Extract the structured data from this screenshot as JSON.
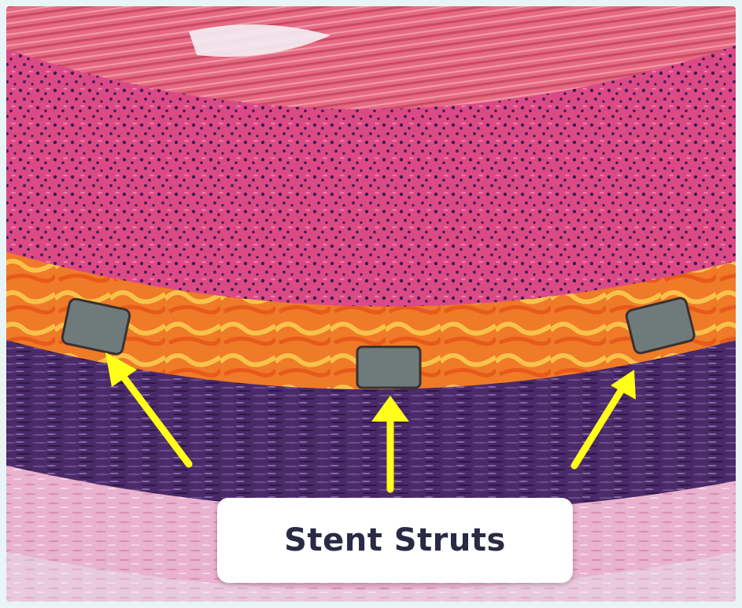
{
  "figure": {
    "label": "Stent Struts",
    "colors": {
      "background": "#e8f4f6",
      "muscle_layer": "#e0607a",
      "tissue_layer": "#d8407f",
      "stent_band": "#f07a2a",
      "deep_layer": "#4a2a68",
      "outer_layer": "#e8b0d0",
      "strut": "#6f7b7b",
      "arrow": "#ffff1a"
    },
    "struts": [
      "strut-left",
      "strut-center",
      "strut-right"
    ]
  }
}
